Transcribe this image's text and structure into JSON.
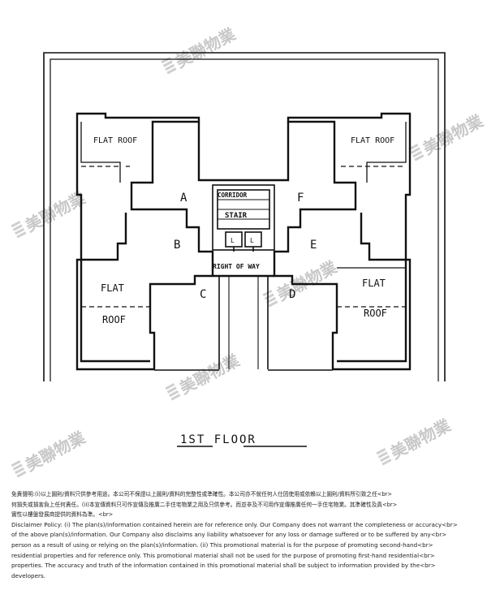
{
  "plan": {
    "title": "1ST FLOOR",
    "labels": {
      "flat_roof_top_left": "FLAT ROOF",
      "flat_roof_top_right": "FLAT ROOF",
      "flat_bottom_left": "FLAT",
      "roof_bottom_left": "ROOF",
      "flat_bottom_right": "FLAT",
      "roof_bottom_right": "ROOF",
      "unit_a": "A",
      "unit_b": "B",
      "unit_c": "C",
      "unit_d": "D",
      "unit_e": "E",
      "unit_f": "F",
      "corridor": "CORRIDOR",
      "stair": "STAIR",
      "lift_1": "L",
      "lift_2": "L",
      "right_of_way": "RIGHT OF WAY"
    }
  },
  "watermark": {
    "text": "美聯物業"
  },
  "disclaimer": {
    "zh_line1": "免責聲明:(i)以上圖則/資料只供參考用途。本公司不保證以上圖則/資料的完整性或準確性。本公司亦不就任何人仕因使用或依賴以上圖則/資料所引致之任<br>",
    "zh_line2": "何損失或損害負上任何責任。(ii)本宣傳資料只可作宣傳及推廣二手住宅物業之用及只供參考。而並非及不可用作宣傳推廣任何一手住宅物業。其準確性及真<br>",
    "zh_line3": "實性以樓盤發展商提供的資料為準。<br>",
    "en_line1": "Disclaimer Policy: (i) The plan(s)/information contained herein are for reference only. Our Company does not warrant the completeness or accuracy<br>",
    "en_line2": "of the above plan(s)/information. Our Company also disclaims any liability whatsoever for any loss or damage suffered or to be suffered by any<br>",
    "en_line3": "person as a result of using or relying on the plan(s)/information. (ii) This promotional material is for the purpose of promoting second-hand<br>",
    "en_line4": "residential properties and for reference only. This promotional material shall not be used for the purpose of promoting first-hand residential<br>",
    "en_line5": "properties. The accuracy and truth of the information contained in this promotional material shall be subject to information provided by the<br>",
    "en_line6": "developers."
  }
}
